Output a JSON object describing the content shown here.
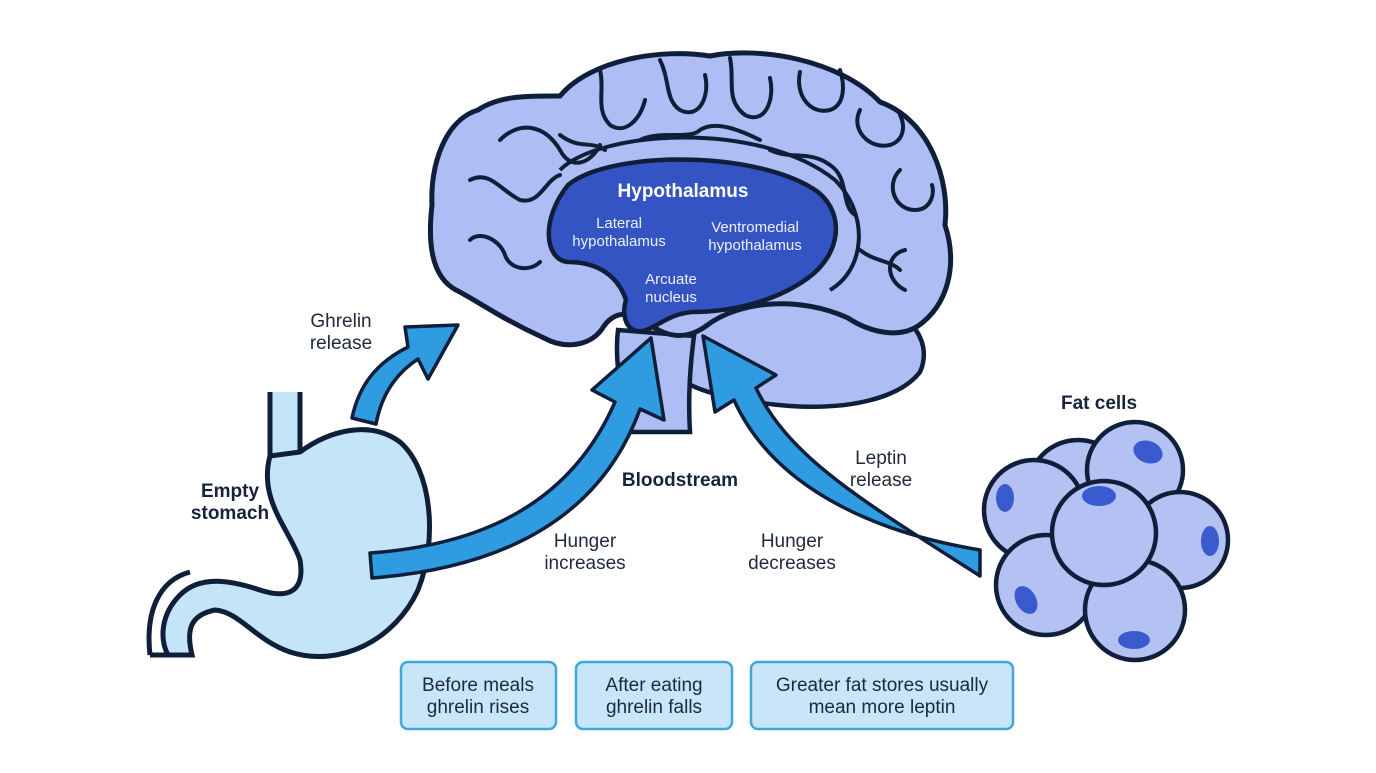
{
  "colors": {
    "outline": "#0f1f3a",
    "brain_fill": "#aebdf3",
    "hypothalamus_fill": "#3354c2",
    "stomach_fill": "#c4e4f7",
    "fat_cell_fill": "#b3c2f2",
    "fat_nucleus": "#3a5bd0",
    "arrow": "#2f9be0",
    "note_fill": "#c9e6f8",
    "note_border": "#3fa6de"
  },
  "brain": {
    "hypothalamus": {
      "title": "Hypothalamus",
      "lateral_line1": "Lateral",
      "lateral_line2": "hypothalamus",
      "ventromedial_line1": "Ventromedial",
      "ventromedial_line2": "hypothalamus",
      "arcuate_line1": "Arcuate",
      "arcuate_line2": "nucleus"
    }
  },
  "labels": {
    "ghrelin_line1": "Ghrelin",
    "ghrelin_line2": "release",
    "stomach_line1": "Empty",
    "stomach_line2": "stomach",
    "bloodstream": "Bloodstream",
    "hunger_up_line1": "Hunger",
    "hunger_up_line2": "increases",
    "hunger_down_line1": "Hunger",
    "hunger_down_line2": "decreases",
    "leptin_line1": "Leptin",
    "leptin_line2": "release",
    "fat_cells": "Fat cells"
  },
  "notes": [
    {
      "line1": "Before meals",
      "line2": "ghrelin rises"
    },
    {
      "line1": "After eating",
      "line2": "ghrelin falls"
    },
    {
      "line1": "Greater fat stores usually",
      "line2": "mean more leptin"
    }
  ]
}
